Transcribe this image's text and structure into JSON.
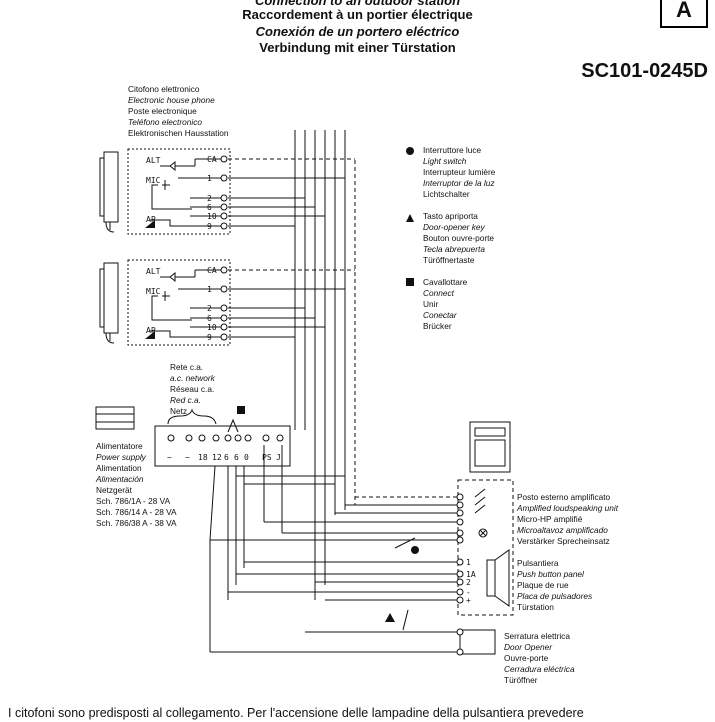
{
  "header": {
    "title_en": "Connection to an outdoor station",
    "title_fr": "Raccordement à un portier électrique",
    "title_es": "Conexión de un portero eléctrico",
    "title_de": "Verbindung mit einer Türstation"
  },
  "corner_letter": "A",
  "doc_code": "SC101-0245D",
  "labels": {
    "house_phone": [
      "Citofono elettronico",
      "Electronic house phone",
      "Poste electronique",
      "Teléfono electronico",
      "Elektronischen Hausstation"
    ],
    "light_switch": [
      "Interruttore luce",
      "Light switch",
      "Interrupteur lumière",
      "Interruptor de la luz",
      "Lichtschalter"
    ],
    "door_key": [
      "Tasto apriporta",
      "Door-opener key",
      "Bouton ouvre-porte",
      "Tecla abrepuerta",
      "Türöffnertaste"
    ],
    "jumper": [
      "Cavallottare",
      "Connect",
      "Unir",
      "Conectar",
      "Brücker"
    ],
    "mains": [
      "Rete c.a.",
      "a.c. network",
      "Réseau c.a.",
      "Red c.a.",
      "Netz"
    ],
    "power_supply": [
      "Alimentatore",
      "Power supply",
      "Alimentation",
      "Alimentación",
      "Netzgerät",
      "Sch. 786/1A - 28 VA",
      "Sch. 786/14 A - 28 VA",
      "Sch. 786/38 A - 38 VA"
    ],
    "outdoor_unit": [
      "Posto esterno amplificato",
      "Amplified loudspeaking unit",
      "Micro-HP amplifié",
      "Microaltavoz amplificado",
      "Verstärker Sprecheinsatz"
    ],
    "push_panel": [
      "Pulsantiera",
      "Push button panel",
      "Plaque de rue",
      "Placa de pulsadores",
      "Türstation"
    ],
    "door_opener": [
      "Serratura elettrica",
      "Door Opener",
      "Ouvre-porte",
      "Cerradura eléctrica",
      "Türöffner"
    ]
  },
  "phone_terminals": [
    "CA",
    "1",
    "2",
    "6",
    "10",
    "9"
  ],
  "phone_tags": [
    "ALT",
    "MIC",
    "AP"
  ],
  "psu_terminals": [
    "~",
    "~",
    "18",
    "12",
    "6",
    "6",
    "0",
    "PS",
    "J"
  ],
  "panel_terminals": [
    "1",
    "1A",
    "2",
    "-",
    "+"
  ],
  "footer": "I citofoni sono predisposti al collegamento. Per l'accensione delle lampadine della pulsantiera prevedere"
}
